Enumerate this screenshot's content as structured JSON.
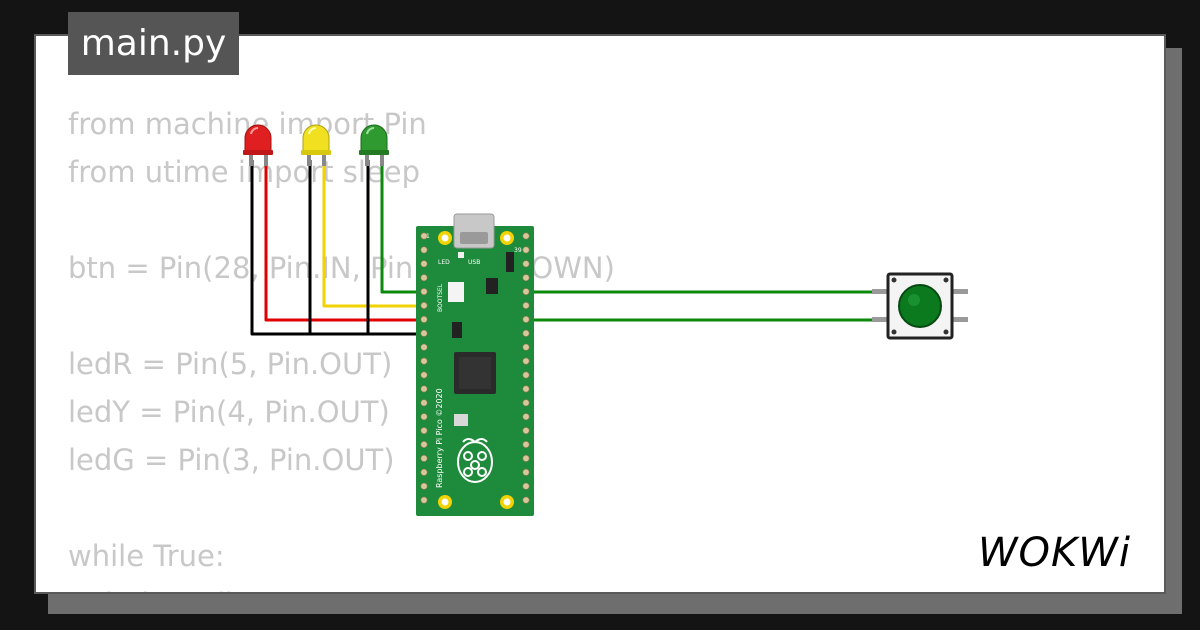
{
  "file_tab": {
    "label": "main.py"
  },
  "code": {
    "lines": [
      "from machine import Pin",
      "from utime import sleep",
      "",
      "btn = Pin(28, Pin.IN, Pin.PULL_DOWN)",
      "",
      "ledR = Pin(5, Pin.OUT)",
      "ledY = Pin(4, Pin.OUT)",
      "ledG = Pin(3, Pin.OUT)",
      "",
      "while True:",
      "    ledR.on()"
    ]
  },
  "board": {
    "label_led": "LED",
    "label_usb": "USB",
    "label_bootsel": "BOOTSEL",
    "silkscreen": "Raspberry Pi Pico ©2020",
    "pin1": "1",
    "pin39": "39"
  },
  "brand": {
    "logo": "WOKWi"
  },
  "colors": {
    "led_red": "#e02020",
    "led_yellow": "#f0e020",
    "led_green": "#2f9a2f",
    "wire_black": "#000000",
    "wire_red": "#e00000",
    "wire_yellow": "#f2d200",
    "wire_green": "#0a8a0a",
    "pcb_green": "#1e8a3c",
    "button_cap": "#0b7a1f"
  }
}
